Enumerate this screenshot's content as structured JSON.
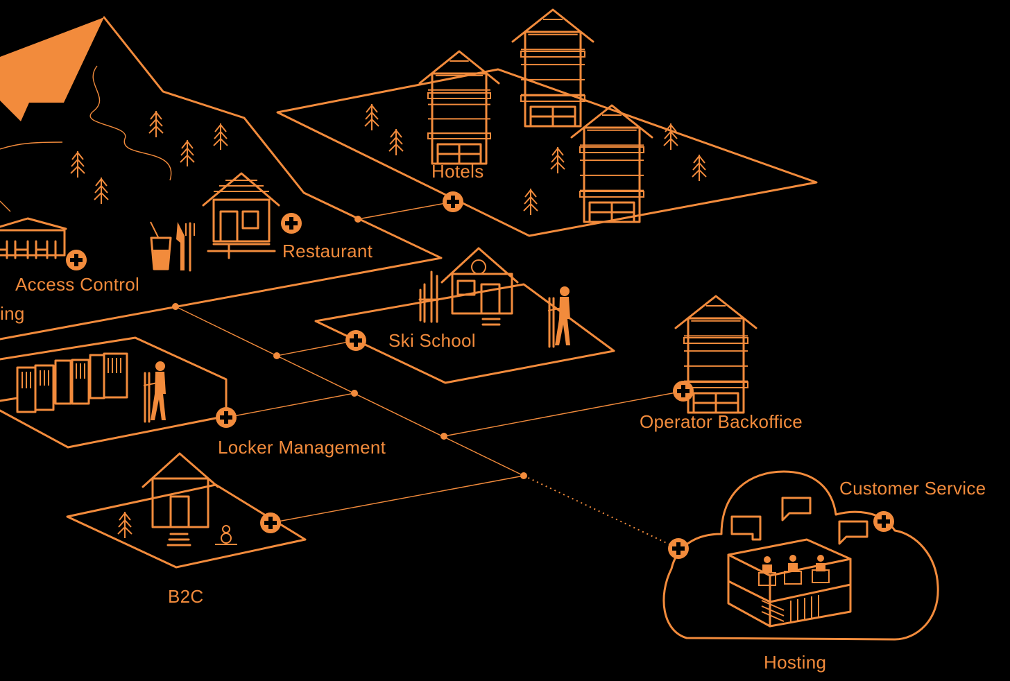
{
  "accent_color": "#f28b3c",
  "background_color": "#000000",
  "nodes": {
    "hotels": {
      "label": "Hotels"
    },
    "restaurant": {
      "label": "Restaurant"
    },
    "access_control": {
      "label": "Access Control"
    },
    "ticketing_partial": {
      "label": "ing"
    },
    "ski_school": {
      "label": "Ski School"
    },
    "operator_backoffice": {
      "label": "Operator Backoffice"
    },
    "locker_management": {
      "label": "Locker Management"
    },
    "b2c": {
      "label": "B2C"
    },
    "customer_service": {
      "label": "Customer Service"
    },
    "hosting": {
      "label": "Hosting"
    }
  },
  "icons": [
    "plus-icon",
    "chalet-icon",
    "tree-icon",
    "skier-icon",
    "drink-icon",
    "cutlery-icon",
    "locker-icon",
    "snowman-icon",
    "chat-bubble-icon",
    "cloud-icon",
    "agent-icon",
    "server-icon"
  ]
}
